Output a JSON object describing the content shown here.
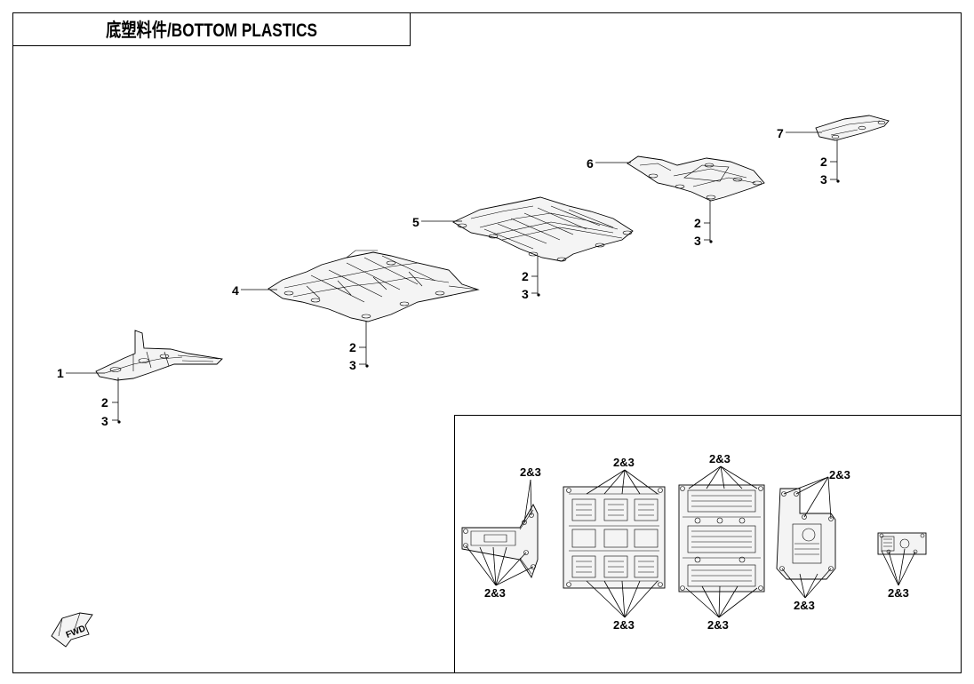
{
  "title": "底塑料件/BOTTOM PLASTICS",
  "callouts": {
    "p1": "1",
    "p2": "2",
    "p3": "3",
    "p4": "4",
    "p5": "5",
    "p6": "6",
    "p7": "7",
    "both": "2&3"
  },
  "fwd_label": "FWD"
}
